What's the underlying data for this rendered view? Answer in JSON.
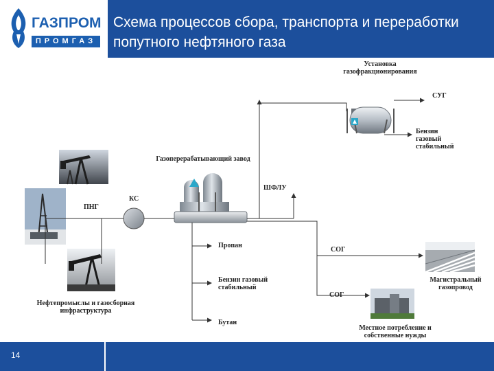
{
  "header": {
    "brand_name": "ГАЗПРОМ",
    "brand_sub": "ПРОМГАЗ",
    "title": "Схема процессов сбора, транспорта и переработки попутного нефтяного газа"
  },
  "footer": {
    "page_number": "14"
  },
  "diagram": {
    "labels": {
      "fractionation_unit": "Установка газофракционирования",
      "lpg": "СУГ",
      "stable_gasoline_top": "Бензин газовый стабильный",
      "gas_processing_plant": "Газоперерабатывающий завод",
      "ngl": "ШФЛУ",
      "compressor_station": "КС",
      "apg": "ПНГ",
      "propane": "Пропан",
      "dry_gas_1": "СОГ",
      "stable_gasoline_bottom": "Бензин газовый стабильный",
      "main_pipeline": "Магистральный газопровод",
      "dry_gas_2": "СОГ",
      "oilfields": "Нефтепромыслы и газосборная инфраструктура",
      "butane": "Бутан",
      "local_consumption": "Местное потребление и собственные нужды"
    }
  },
  "colors": {
    "brand_blue": "#1c4f9c",
    "line": "#333333",
    "vessel": "#9aa3ad"
  }
}
